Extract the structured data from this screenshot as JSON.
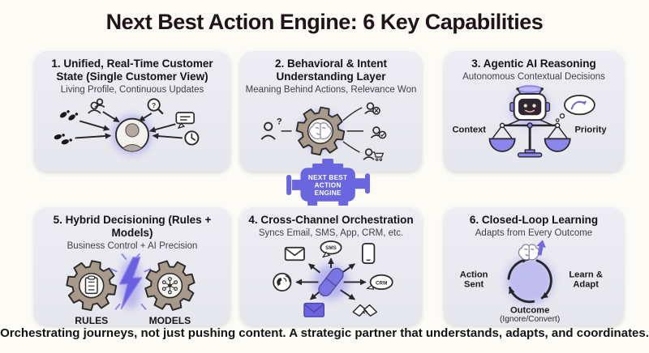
{
  "header": {
    "title": "Next Best Action Engine: 6 Key Capabilities"
  },
  "footer": {
    "text": "Orchestrating journeys, not just pushing content. A strategic partner that understands, adapts, and coordinates."
  },
  "engine": {
    "line1": "NEXT BEST",
    "line2": "ACTION",
    "line3": "ENGINE"
  },
  "panels": [
    {
      "title": "1. Unified, Real-Time Customer State (Single Customer View)",
      "subtitle": "Living Profile, Continuous Updates"
    },
    {
      "title": "2. Behavioral & Intent Understanding Layer",
      "subtitle": "Meaning Behind Actions, Relevance Won"
    },
    {
      "title": "3. Agentic AI Reasoning",
      "subtitle": "Autonomous Contextual Decisions",
      "labels": {
        "left": "Context",
        "right": "Priority"
      }
    },
    {
      "title": "4. Cross-Channel Orchestration",
      "subtitle": "Syncs Email, SMS, App, CRM, etc.",
      "labels": {
        "sms": "SMS",
        "crm": "CRM"
      }
    },
    {
      "title": "5. Hybrid Decisioning (Rules + Models)",
      "subtitle": "Business Control + AI Precision",
      "labels": {
        "left": "RULES",
        "right": "MODELS"
      }
    },
    {
      "title": "6. Closed-Loop Learning",
      "subtitle": "Adapts from Every Outcome",
      "labels": {
        "action1": "Action",
        "action2": "Sent",
        "learn1": "Learn &",
        "learn2": "Adapt",
        "outcome1": "Outcome",
        "outcome2": "(Ignore/Convert)"
      }
    }
  ],
  "colors": {
    "page_bg": "#fcfbf6",
    "panel_bg": "#e9e9ee",
    "accent_purple": "#6f66e0",
    "scale_purple": "#8d86ea",
    "gear_tan": "#a79a8b",
    "ink": "#26262b"
  }
}
